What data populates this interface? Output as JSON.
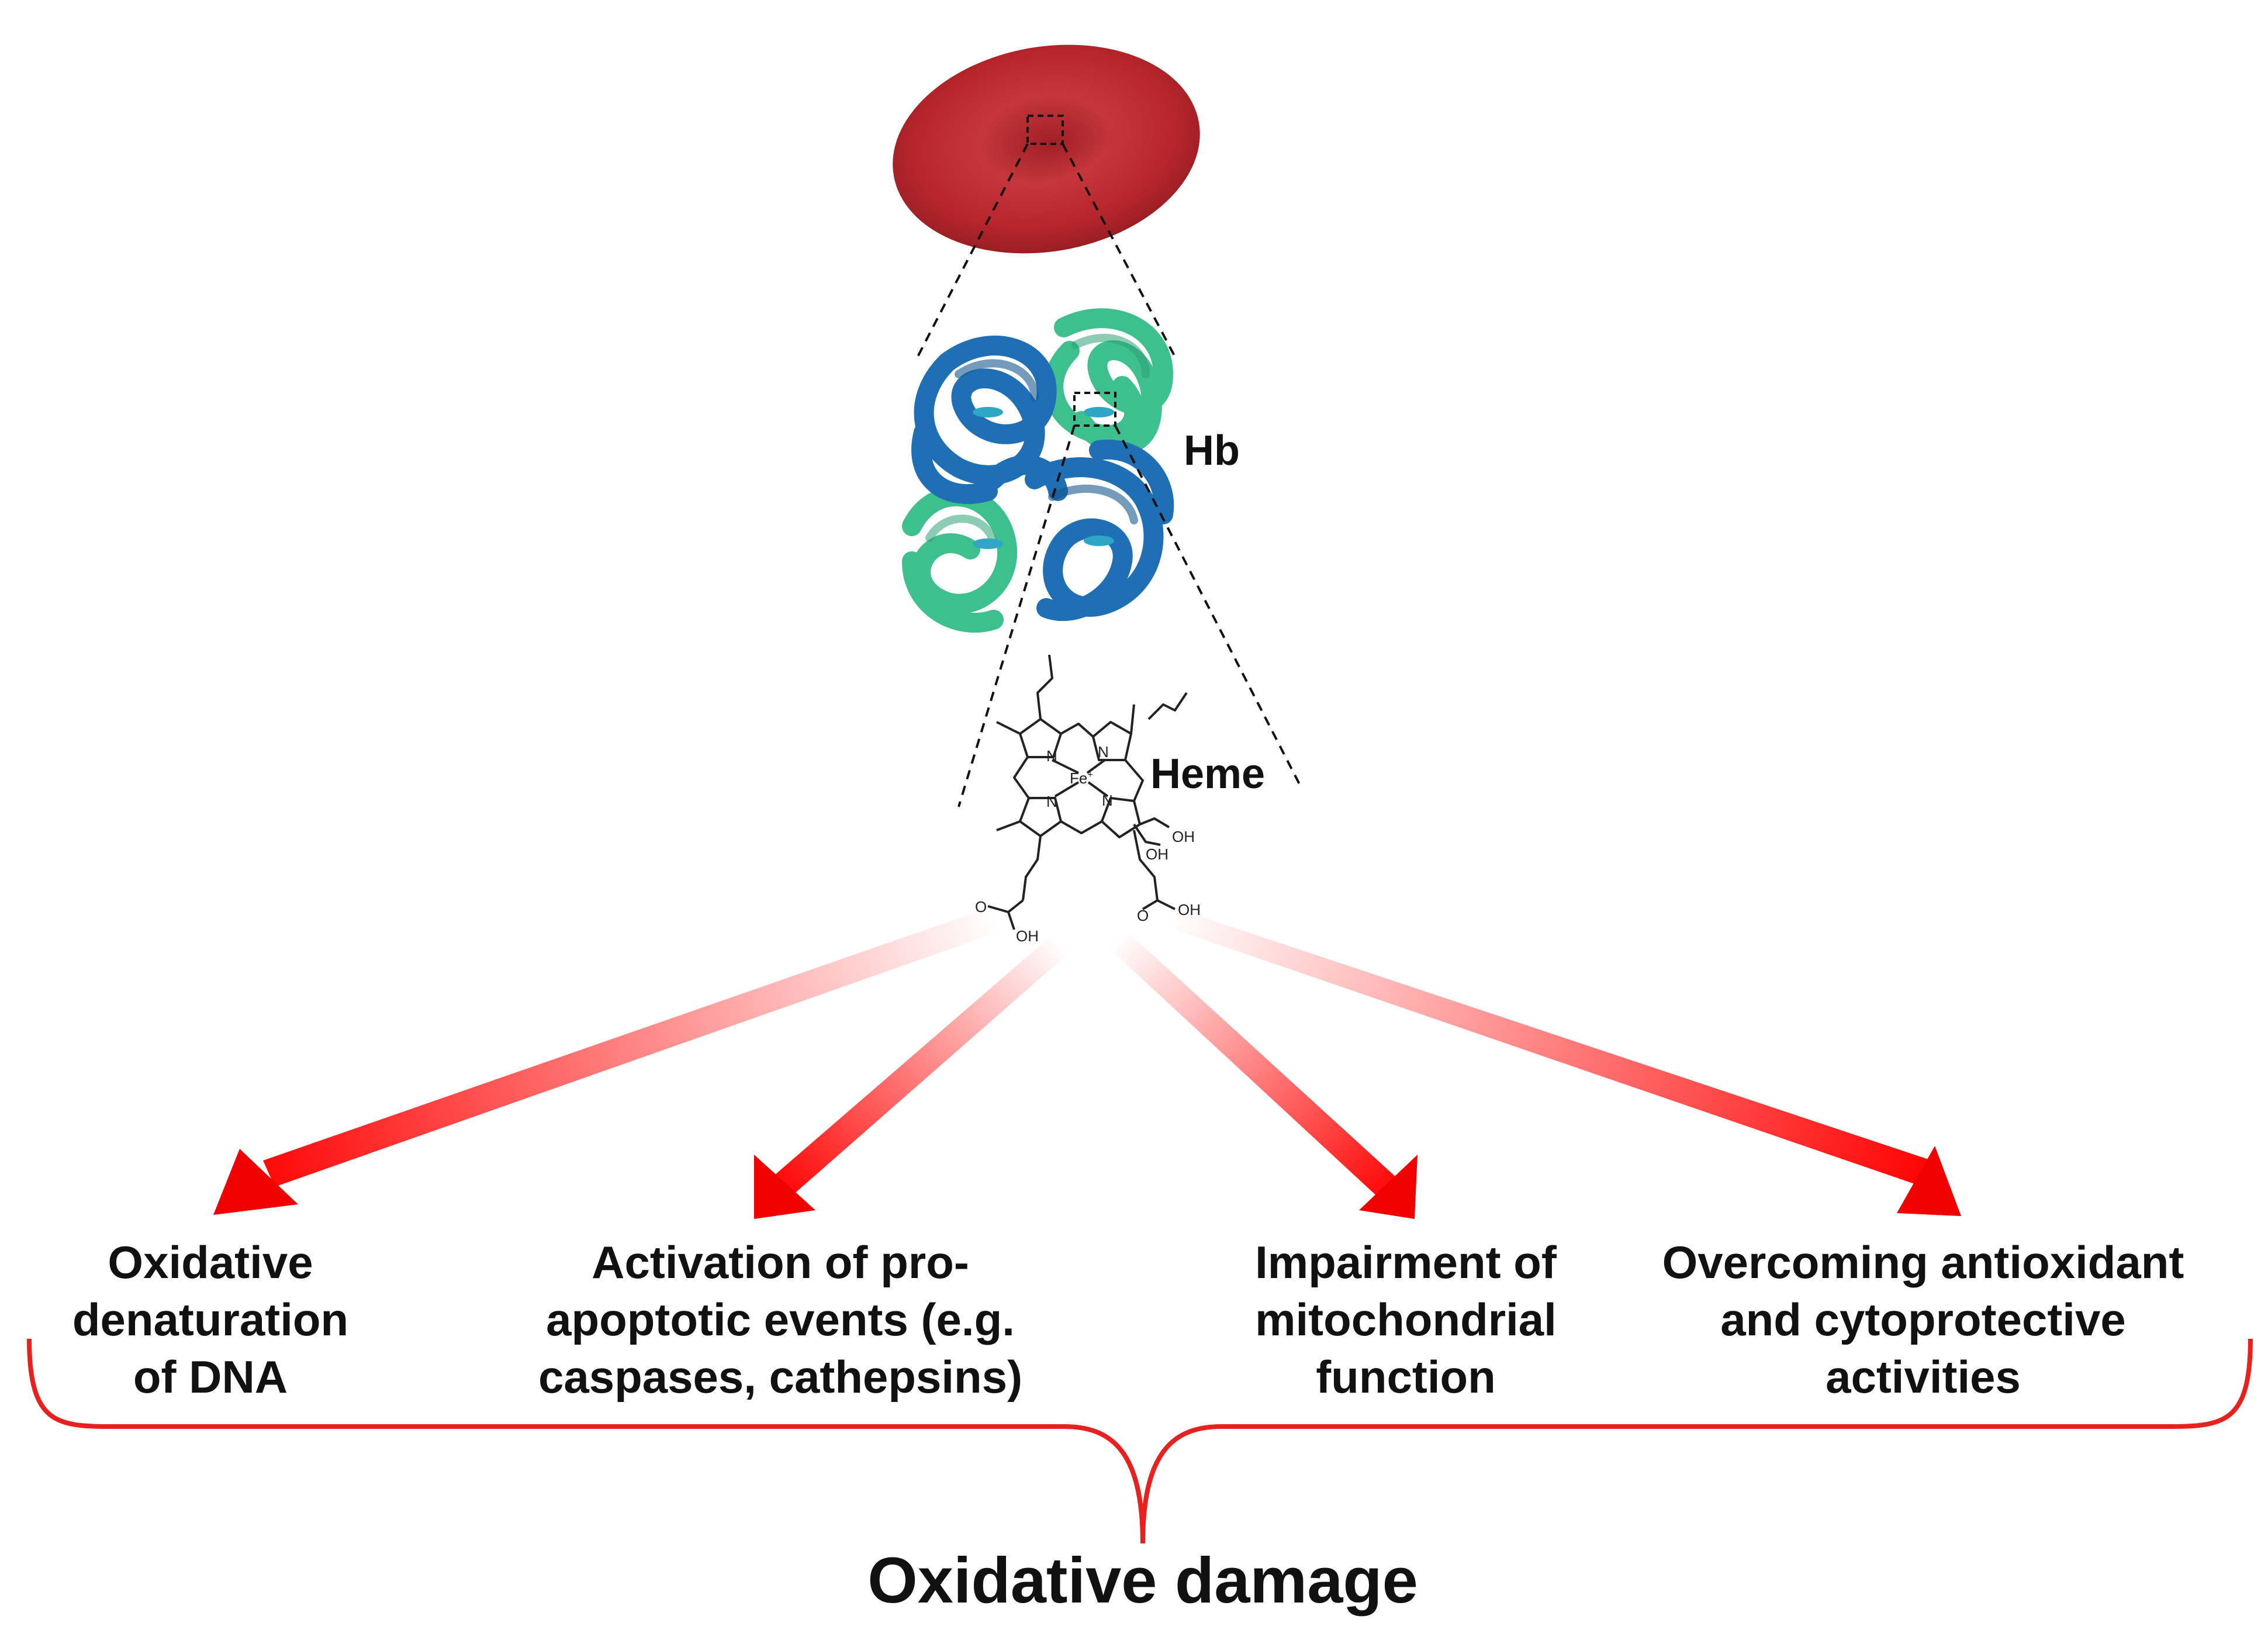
{
  "labels": {
    "hb": "Hb",
    "heme": "Heme",
    "fe": "Fe",
    "fe_sup": "+",
    "n": "N",
    "oh": "OH",
    "o": "O",
    "title": "Oxidative damage"
  },
  "outcomes": [
    {
      "lines": [
        "Oxidative",
        "denaturation",
        "of DNA"
      ]
    },
    {
      "lines": [
        "Activation of pro-",
        "apoptotic events (e.g.",
        "caspases, cathepsins)"
      ]
    },
    {
      "lines": [
        "Impairment of",
        "mitochondrial",
        "function"
      ]
    },
    {
      "lines": [
        "Overcoming antioxidant",
        "and cytoprotective",
        "activities"
      ]
    }
  ],
  "colors": {
    "rbc": "#b8262c",
    "rbc_dark": "#8e1b20",
    "hb_blue": "#1f6fb5",
    "hb_green": "#3dbf8e",
    "arrow_red": "#f00000",
    "brace_red": "#e8211f",
    "text": "#111111"
  }
}
